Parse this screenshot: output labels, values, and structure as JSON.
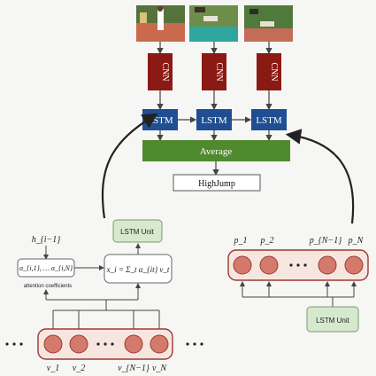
{
  "top": {
    "cnn_label": "CNN",
    "lstm_label": "LSTM",
    "average_label": "Average",
    "output_label": "HighJump"
  },
  "attention": {
    "h_prev": "h_{i−1}",
    "coeffs": "α_{i,1}, … α_{i,N}",
    "coeffs_caption": "attention coefficients",
    "formula": "x_i = Σ_t α_{it} v_t",
    "lstm_unit": "LSTM Unit",
    "bottom_labels": [
      "v_1",
      "v_2",
      "v_{N−1}",
      "v_N"
    ]
  },
  "right_panel": {
    "top_labels": [
      "p_1",
      "p_2",
      "p_{N−1}",
      "p_N"
    ],
    "lstm_unit": "LSTM Unit"
  },
  "colors": {
    "cnn": "#8b1a14",
    "lstm": "#1f4f92",
    "average": "#4f8a2e",
    "unit_fill": "#d6e9cf",
    "ball": "#d47a6c",
    "tray": "#f7e6e0",
    "tray_border": "#9a3b30"
  }
}
